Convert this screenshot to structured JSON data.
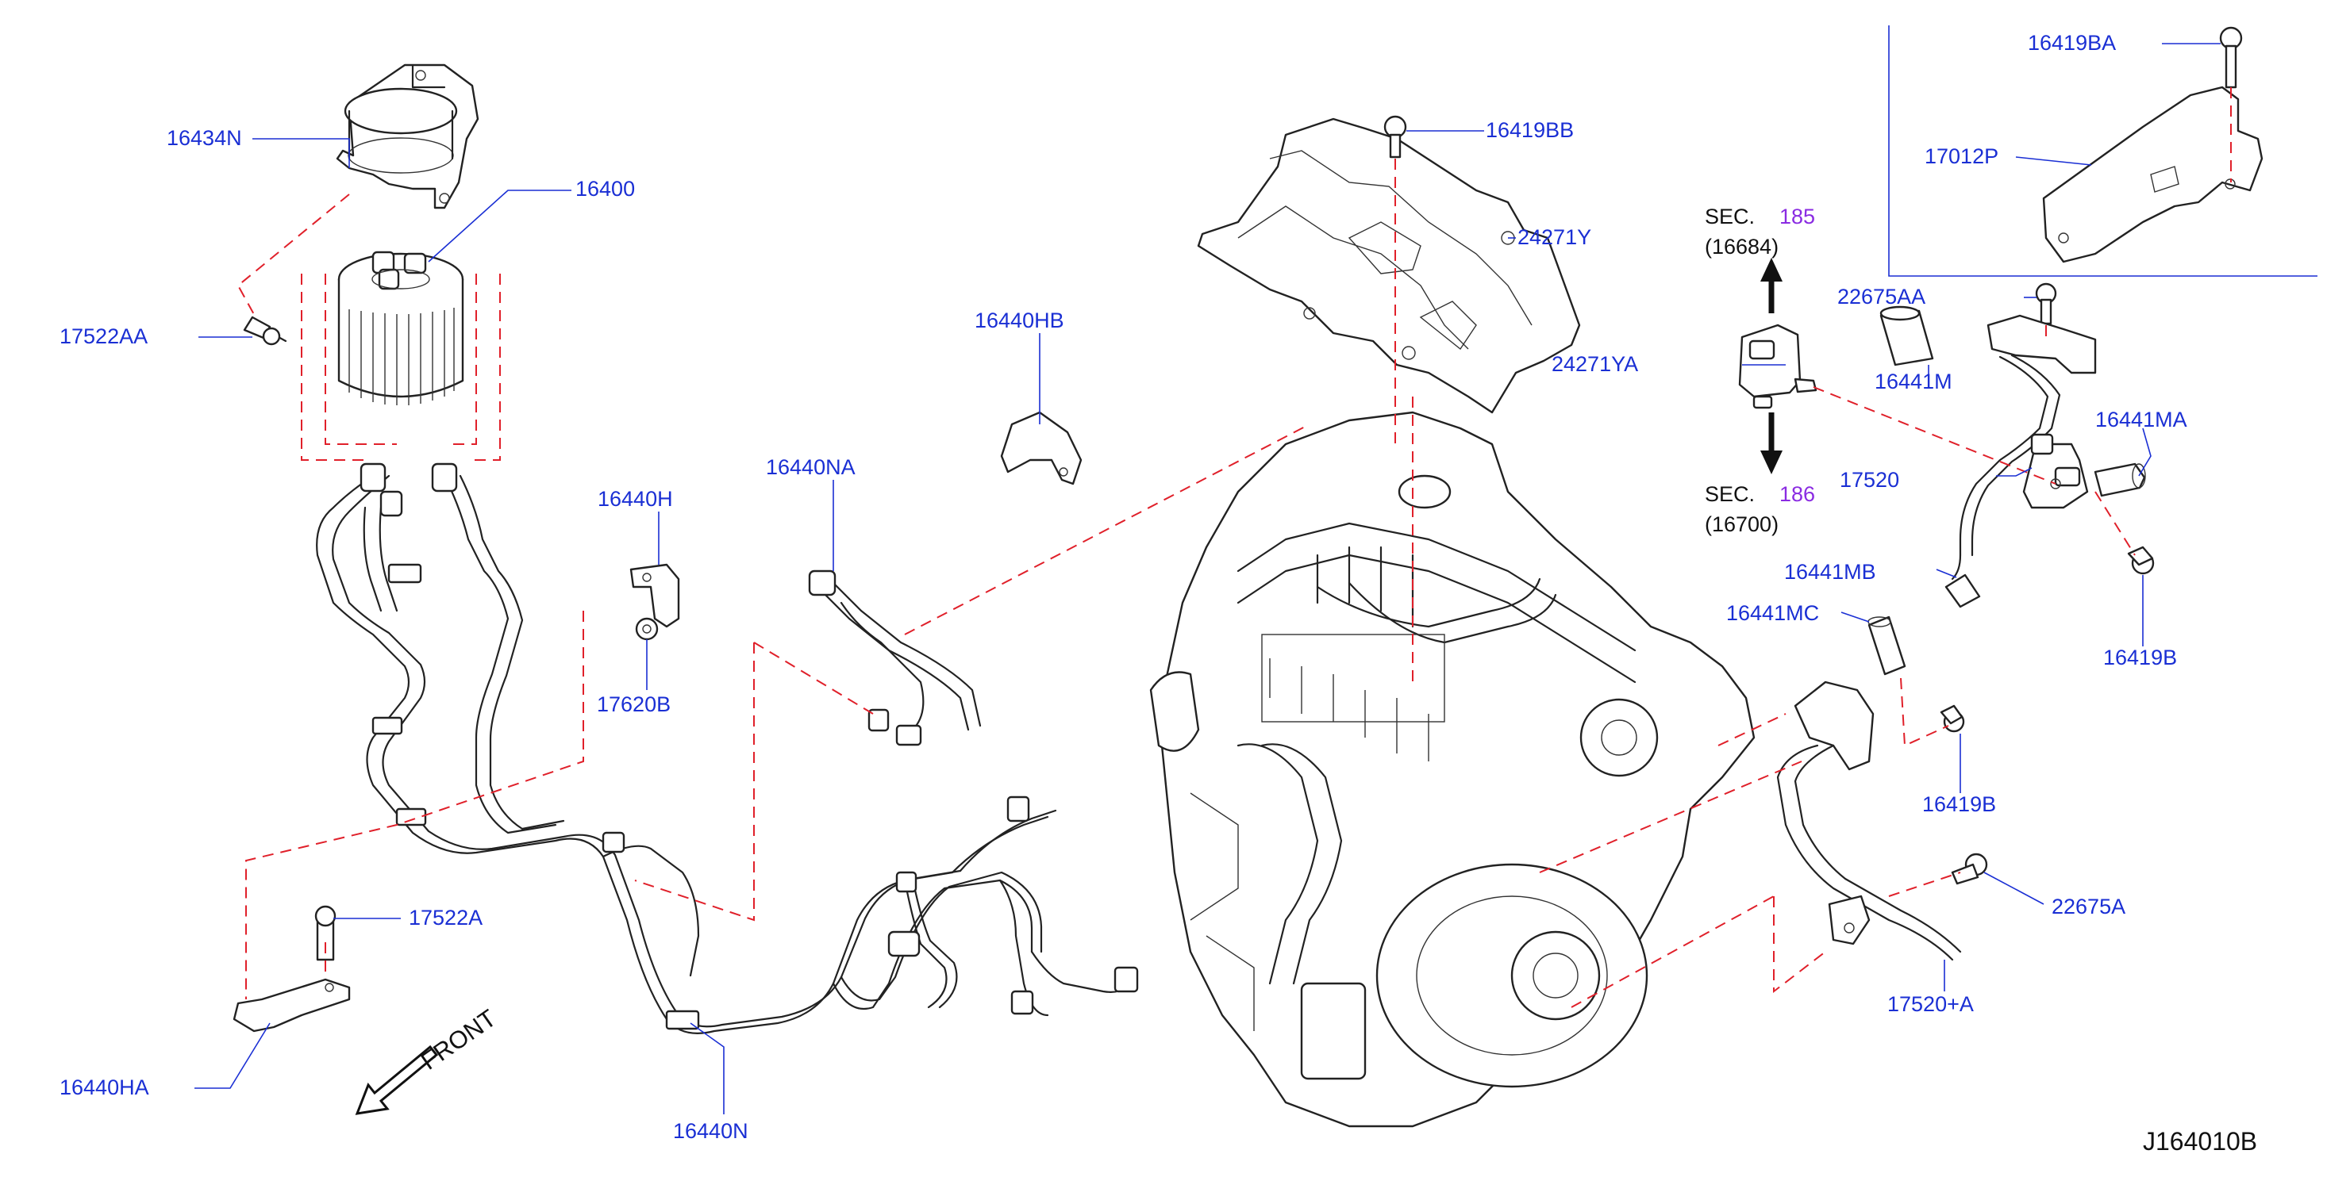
{
  "diagram_code": "J164010B",
  "front_label": "FRONT",
  "labels": {
    "p16434N": "16434N",
    "p16400": "16400",
    "p17522AA": "17522AA",
    "p16440HB": "16440HB",
    "p16419BB": "16419BB",
    "p24271Y": "24271Y",
    "p24271YA": "24271YA",
    "p16440NA": "16440NA",
    "p16440H": "16440H",
    "p17620B": "17620B",
    "p17522A": "17522A",
    "p16440HA": "16440HA",
    "p16440N": "16440N",
    "p16419BA": "16419BA",
    "p17012P": "17012P",
    "p22675AA": "22675AA",
    "p16441M": "16441M",
    "p16441MA": "16441MA",
    "p17520": "17520",
    "p16441MB": "16441MB",
    "p16441MC": "16441MC",
    "p16419B": "16419B",
    "p16419B_2": "16419B",
    "p22675A": "22675A",
    "p17520A": "17520+A"
  },
  "sections": {
    "top_sec": "SEC.",
    "top_num": "185",
    "top_part": "(16684)",
    "bottom_sec": "SEC.",
    "bottom_num": "186",
    "bottom_part": "(16700)"
  }
}
